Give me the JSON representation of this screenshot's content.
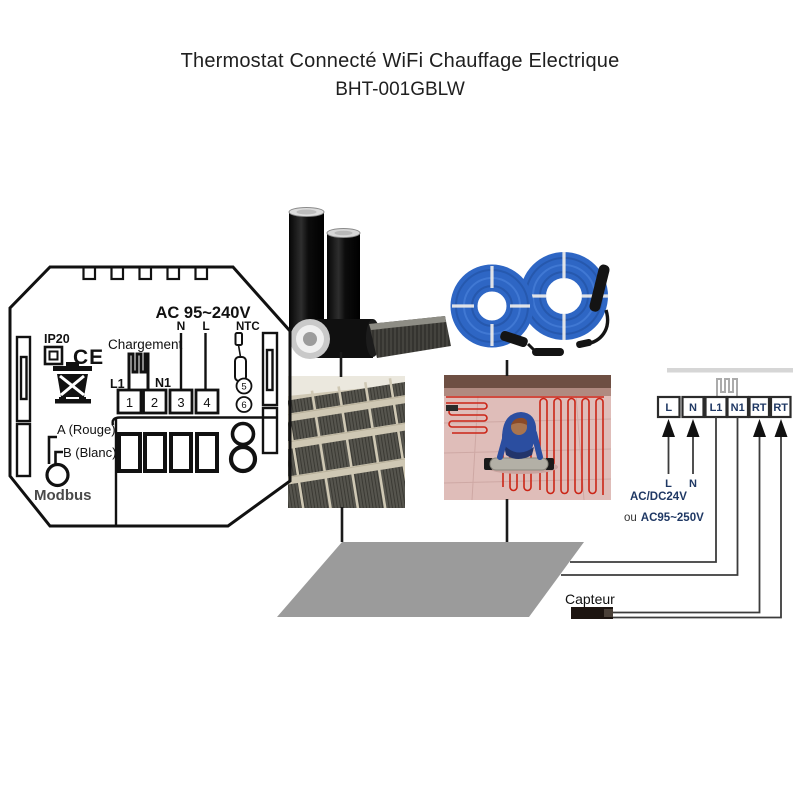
{
  "title": {
    "line1": "Thermostat Connecté WiFi Chauffage Electrique",
    "line2": "BHT-001GBLW"
  },
  "thermostat": {
    "voltage": "AC 95~240V",
    "n": "N",
    "l": "L",
    "ntc": "NTC",
    "ip": "IP20",
    "ce": "CE",
    "chargement": "Chargement",
    "l1": "L1",
    "n1": "N1",
    "t1": "1",
    "t2": "2",
    "t3": "3",
    "t4": "4",
    "c5": "5",
    "c6": "6",
    "wire_a": "A (Rouge)",
    "wire_b": "B (Blanc)",
    "modbus": "Modbus"
  },
  "wiring": {
    "terminals": [
      "L",
      "N",
      "L1",
      "N1",
      "RT",
      "RT"
    ],
    "l_wire": "L",
    "n_wire": "N",
    "power1": "AC/DC24V",
    "power2_ou": "ou",
    "power2": "AC95~250V",
    "capteur": "Capteur"
  },
  "colors": {
    "navy": "#1f3864",
    "line_black": "#111111",
    "floor_gray": "#9b9b9b",
    "cable_blue": "#2e66c4",
    "cable_red": "#cb2517"
  }
}
